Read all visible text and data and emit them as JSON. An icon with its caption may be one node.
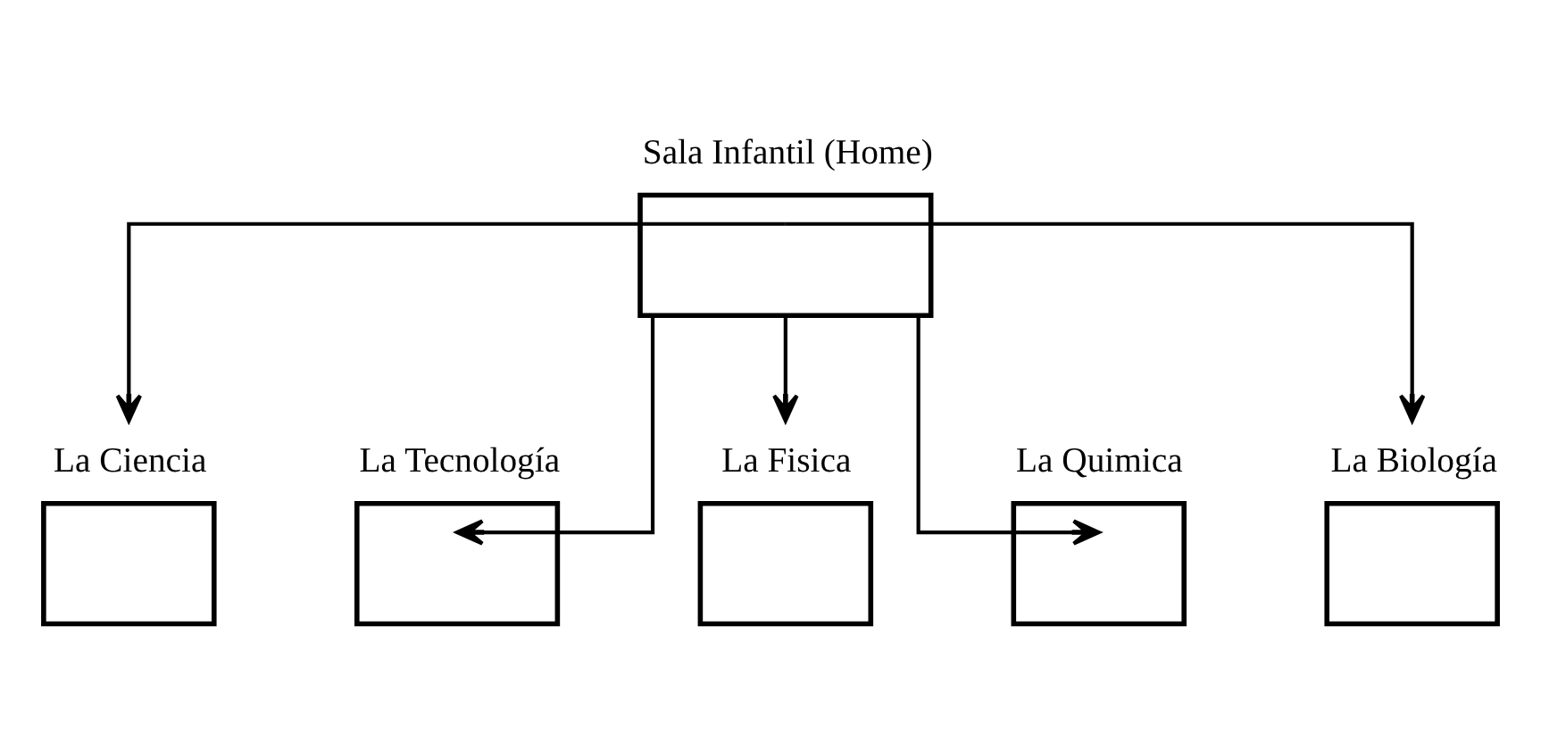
{
  "diagram": {
    "nodes": [
      {
        "text": [
          "Sala Infantil (Home)"
        ]
      },
      {
        "text": [
          "La Ciencia"
        ]
      },
      {
        "text": [
          "La Tecnología"
        ]
      },
      {
        "text": [
          "La Fisica"
        ]
      },
      {
        "text": [
          "La Quimica"
        ]
      },
      {
        "text": [
          "La Biología"
        ]
      }
    ],
    "edges": [
      {
        "from": 0,
        "to": 1,
        "arrow": "to"
      },
      {
        "from": 0,
        "to": 2,
        "arrow": "to"
      },
      {
        "from": 0,
        "to": 3,
        "arrow": "to"
      },
      {
        "from": 0,
        "to": 4,
        "arrow": "to"
      },
      {
        "from": 0,
        "to": 5,
        "arrow": "to"
      }
    ]
  }
}
